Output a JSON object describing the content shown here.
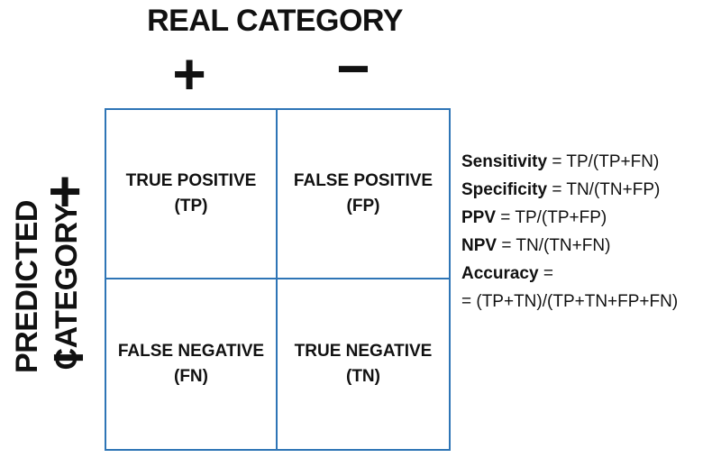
{
  "header": {
    "column_title": "REAL CATEGORY",
    "row_title": "PREDICTED CATEGORY",
    "positive_sign": "+",
    "negative_sign": "−"
  },
  "matrix": {
    "tp": {
      "label": "TRUE POSITIVE",
      "abbr": "(TP)"
    },
    "fp": {
      "label": "FALSE POSITIVE",
      "abbr": "(FP)"
    },
    "fn": {
      "label": "FALSE NEGATIVE",
      "abbr": "(FN)"
    },
    "tn": {
      "label": "TRUE NEGATIVE",
      "abbr": "(TN)"
    },
    "border_color": "#2e75b6"
  },
  "metrics": [
    {
      "name": "Sensitivity",
      "formula": " = TP/(TP+FN)"
    },
    {
      "name": "Specificity",
      "formula": " = TN/(TN+FP)"
    },
    {
      "name": "PPV",
      "formula": " = TP/(TP+FP)"
    },
    {
      "name": "NPV",
      "formula": " = TN/(TN+FN)"
    },
    {
      "name": "Accuracy",
      "formula": " ="
    },
    {
      "name": "",
      "formula": "= (TP+TN)/(TP+TN+FP+FN)"
    }
  ]
}
